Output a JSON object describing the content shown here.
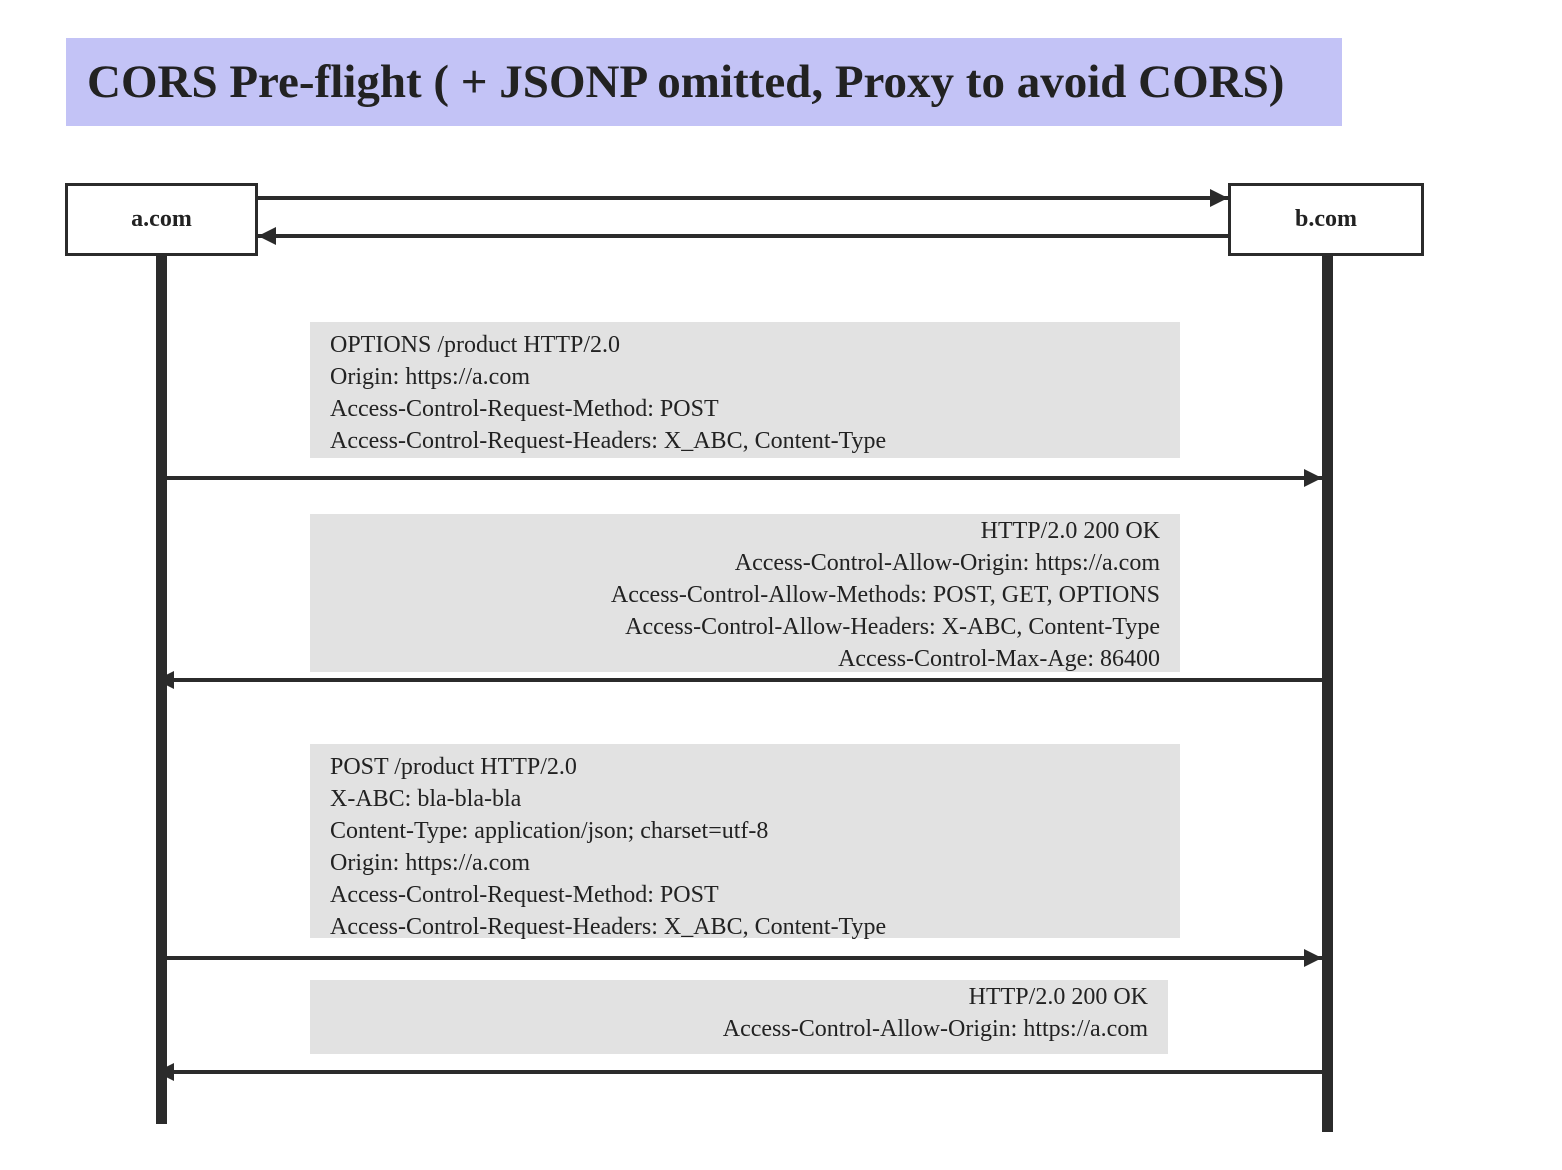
{
  "title": "CORS Pre-flight ( + JSONP omitted, Proxy to avoid CORS)",
  "participants": {
    "a": "a.com",
    "b": "b.com"
  },
  "colors": {
    "title_background": "#c3c3f6",
    "note_background": "#e2e2e2",
    "line": "#2b2b2b"
  },
  "messages": [
    {
      "direction": "a-to-b",
      "lines": [
        "OPTIONS /product HTTP/2.0",
        "Origin: https://a.com",
        "Access-Control-Request-Method: POST",
        "Access-Control-Request-Headers: X_ABC, Content-Type"
      ]
    },
    {
      "direction": "b-to-a",
      "lines": [
        "HTTP/2.0 200 OK",
        "Access-Control-Allow-Origin: https://a.com",
        "Access-Control-Allow-Methods: POST, GET, OPTIONS",
        "Access-Control-Allow-Headers: X-ABC, Content-Type",
        "Access-Control-Max-Age: 86400"
      ]
    },
    {
      "direction": "a-to-b",
      "lines": [
        "POST /product HTTP/2.0",
        "X-ABC: bla-bla-bla",
        "Content-Type: application/json; charset=utf-8",
        "Origin: https://a.com",
        "Access-Control-Request-Method: POST",
        "Access-Control-Request-Headers: X_ABC, Content-Type"
      ]
    },
    {
      "direction": "b-to-a",
      "lines": [
        "HTTP/2.0 200 OK",
        "Access-Control-Allow-Origin: https://a.com"
      ]
    }
  ]
}
